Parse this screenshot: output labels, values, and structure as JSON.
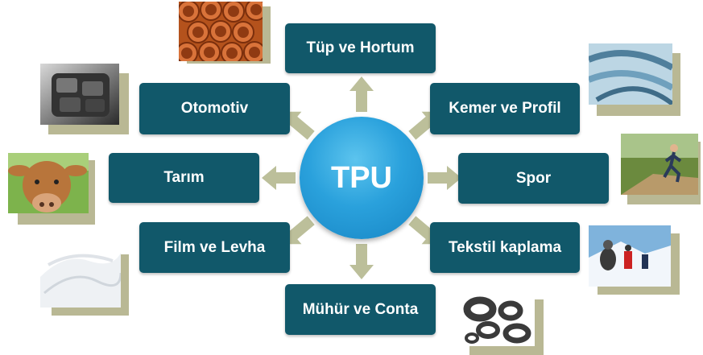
{
  "center": {
    "label": "TPU"
  },
  "categories": [
    {
      "key": "tup",
      "label": "Tüp ve Hortum",
      "image": "orange-pipes"
    },
    {
      "key": "kemer",
      "label": "Kemer ve Profil",
      "image": "conveyor-belts"
    },
    {
      "key": "spor",
      "label": "Spor",
      "image": "runner"
    },
    {
      "key": "tekstil",
      "label": "Tekstil kaplama",
      "image": "hikers-snow"
    },
    {
      "key": "muhur",
      "label": "Mühür ve Conta",
      "image": "seals-rings"
    },
    {
      "key": "film",
      "label": "Film ve Levha",
      "image": "white-film"
    },
    {
      "key": "tarim",
      "label": "Tarım",
      "image": "cow"
    },
    {
      "key": "otomotiv",
      "label": "Otomotiv",
      "image": "car-door-switches"
    }
  ],
  "colors": {
    "box": "#11586a",
    "center": "#2aa1dc",
    "arrow": "#bcbf9a",
    "picture_shadow": "#b9b894"
  }
}
